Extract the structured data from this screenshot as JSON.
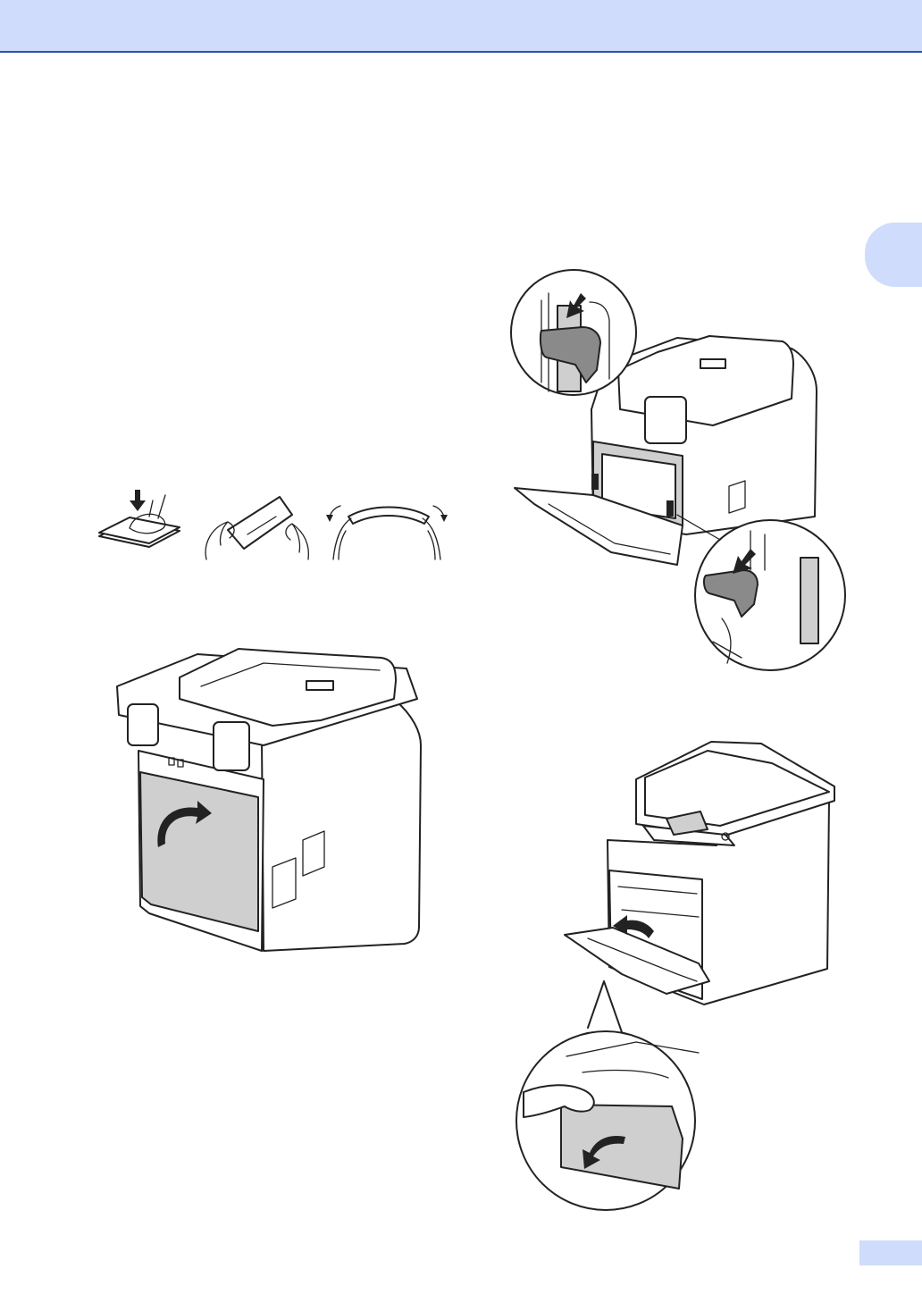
{
  "page": {
    "header_color": "#cfdcfb",
    "rule_color": "#2a56a8"
  },
  "figures": {
    "envelope_prep": [
      "press-flat",
      "press-edges",
      "flatten-curl"
    ],
    "back_cover": "open-back-cover",
    "green_levers": "pull-down-green-levers",
    "manual_feed": "open-manual-feed-slot-cover"
  }
}
